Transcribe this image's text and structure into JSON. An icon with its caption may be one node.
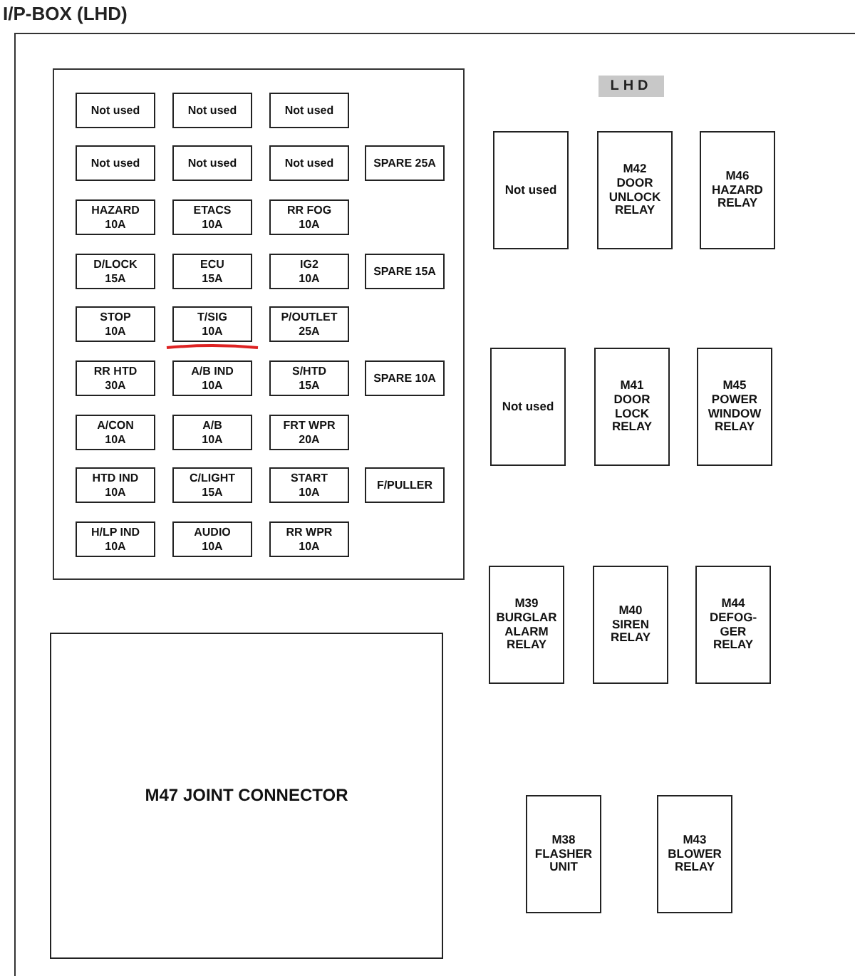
{
  "diagram": {
    "title": "I/P-BOX (LHD)",
    "nodes": [
      {
        "text": [
          "Not used"
        ]
      },
      {
        "text": [
          "Not used"
        ]
      },
      {
        "text": [
          "Not used"
        ]
      },
      {
        "text": [
          "Not used"
        ]
      },
      {
        "text": [
          "Not used"
        ]
      },
      {
        "text": [
          "Not used"
        ]
      },
      {
        "text": [
          "SPARE 25A"
        ]
      },
      {
        "text": [
          "HAZARD",
          "10A"
        ]
      },
      {
        "text": [
          "ETACS",
          "10A"
        ]
      },
      {
        "text": [
          "RR FOG",
          "10A"
        ]
      },
      {
        "text": [
          "D/LOCK",
          "15A"
        ]
      },
      {
        "text": [
          "ECU",
          "15A"
        ]
      },
      {
        "text": [
          "IG2",
          "10A"
        ]
      },
      {
        "text": [
          "SPARE 15A"
        ]
      },
      {
        "text": [
          "STOP",
          "10A"
        ]
      },
      {
        "text": [
          "T/SIG",
          "10A"
        ]
      },
      {
        "text": [
          "P/OUTLET",
          "25A"
        ]
      },
      {
        "text": [
          "RR HTD",
          "30A"
        ]
      },
      {
        "text": [
          "A/B IND",
          "10A"
        ]
      },
      {
        "text": [
          "S/HTD",
          "15A"
        ]
      },
      {
        "text": [
          "SPARE 10A"
        ]
      },
      {
        "text": [
          "A/CON",
          "10A"
        ]
      },
      {
        "text": [
          "A/B",
          "10A"
        ]
      },
      {
        "text": [
          "FRT WPR",
          "20A"
        ]
      },
      {
        "text": [
          "HTD IND",
          "10A"
        ]
      },
      {
        "text": [
          "C/LIGHT",
          "15A"
        ]
      },
      {
        "text": [
          "START",
          "10A"
        ]
      },
      {
        "text": [
          "F/PULLER"
        ]
      },
      {
        "text": [
          "H/LP IND",
          "10A"
        ]
      },
      {
        "text": [
          "AUDIO",
          "10A"
        ]
      },
      {
        "text": [
          "RR WPR",
          "10A"
        ]
      },
      {
        "text": [
          "Not used"
        ]
      },
      {
        "text": [
          "M42",
          "DOOR UNLOCK RELAY"
        ]
      },
      {
        "text": [
          "M46",
          "HAZARD RELAY"
        ]
      },
      {
        "text": [
          "Not used"
        ]
      },
      {
        "text": [
          "M41",
          "DOOR LOCK RELAY"
        ]
      },
      {
        "text": [
          "M45",
          "POWER WINDOW RELAY"
        ]
      },
      {
        "text": [
          "M39",
          "BURGLAR ALARM RELAY"
        ]
      },
      {
        "text": [
          "M40",
          "SIREN RELAY"
        ]
      },
      {
        "text": [
          "M44",
          "DEFOG- GER RELAY"
        ]
      },
      {
        "text": [
          "M38",
          "FLASHER UNIT"
        ]
      },
      {
        "text": [
          "M43",
          "BLOWER RELAY"
        ]
      },
      {
        "text": [
          "M47 JOINT CONNECTOR"
        ]
      }
    ],
    "labels": [
      "LHD"
    ]
  }
}
